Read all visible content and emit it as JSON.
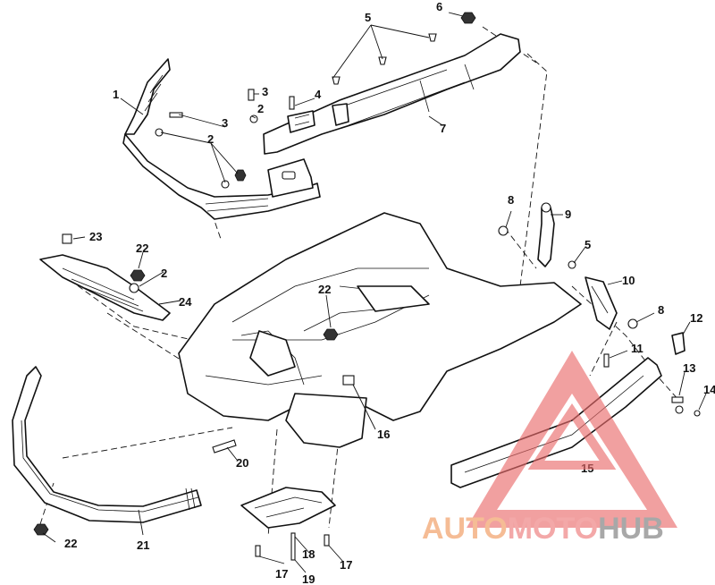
{
  "diagram": {
    "callouts": {
      "c1": "1",
      "c2a": "2",
      "c2b": "2",
      "c2c": "2",
      "c3a": "3",
      "c3b": "3",
      "c4": "4",
      "c5a": "5",
      "c5b": "5",
      "c6": "6",
      "c7": "7",
      "c8a": "8",
      "c8b": "8",
      "c9": "9",
      "c10": "10",
      "c11": "11",
      "c12": "12",
      "c13": "13",
      "c14": "14",
      "c15": "15",
      "c16": "16",
      "c17a": "17",
      "c17b": "17",
      "c18": "18",
      "c19": "19",
      "c20": "20",
      "c21": "21",
      "c22a": "22",
      "c22b": "22",
      "c22c": "22",
      "c23": "23",
      "c24": "24"
    }
  },
  "watermark": {
    "brand_auto": "AUTO",
    "brand_moto": "MOTO",
    "brand_hub": "HUB",
    "colors": {
      "triangle": "#ea6b6b",
      "auto": "#f4b183",
      "moto": "#f19a9a",
      "hub": "#9a9a9a"
    }
  }
}
